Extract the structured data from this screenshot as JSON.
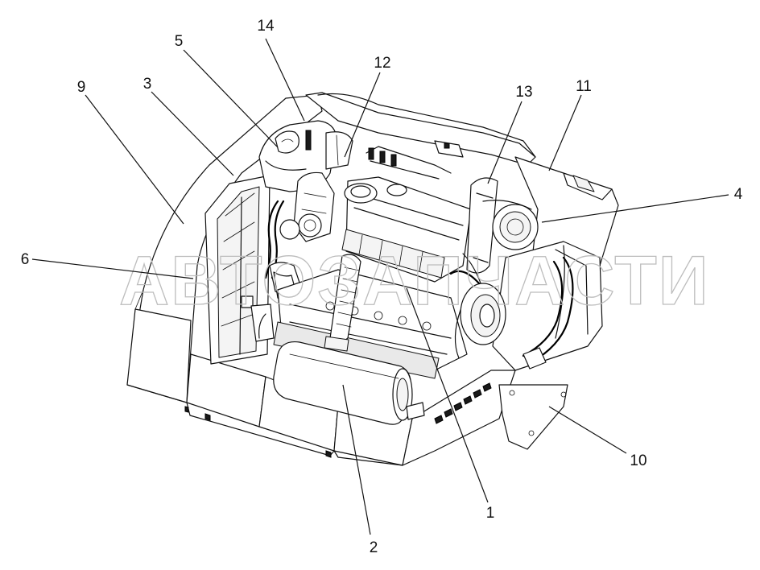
{
  "watermark": "АВТОЗАПЧАСТИ",
  "callouts": [
    {
      "id": "c1",
      "label": "1"
    },
    {
      "id": "c2",
      "label": "2"
    },
    {
      "id": "c3",
      "label": "3"
    },
    {
      "id": "c4",
      "label": "4"
    },
    {
      "id": "c5",
      "label": "5"
    },
    {
      "id": "c6",
      "label": "6"
    },
    {
      "id": "c9",
      "label": "9"
    },
    {
      "id": "c10",
      "label": "10"
    },
    {
      "id": "c11",
      "label": "11"
    },
    {
      "id": "c12",
      "label": "12"
    },
    {
      "id": "c13",
      "label": "13"
    },
    {
      "id": "c14",
      "label": "14"
    }
  ]
}
